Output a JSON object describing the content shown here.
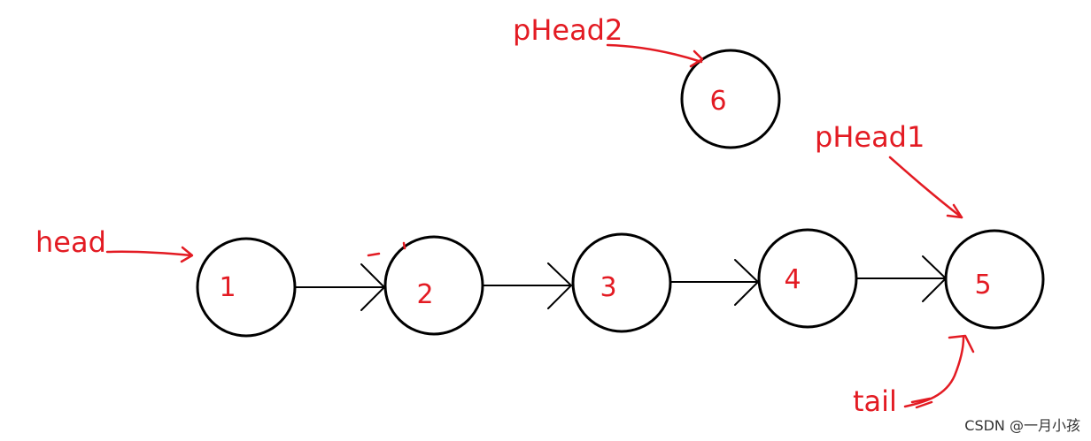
{
  "colors": {
    "ink": "#000000",
    "annotation": "#e31b23",
    "background": "#ffffff"
  },
  "nodes": [
    {
      "id": "n1",
      "label": "1"
    },
    {
      "id": "n2",
      "label": "2"
    },
    {
      "id": "n3",
      "label": "3"
    },
    {
      "id": "n4",
      "label": "4"
    },
    {
      "id": "n5",
      "label": "5"
    },
    {
      "id": "n6",
      "label": "6"
    }
  ],
  "links": [
    {
      "from": "1",
      "to": "2"
    },
    {
      "from": "2",
      "to": "3"
    },
    {
      "from": "3",
      "to": "4"
    },
    {
      "from": "4",
      "to": "5"
    }
  ],
  "pointers": {
    "head": {
      "label": "head",
      "target": "1"
    },
    "tail": {
      "label": "tail",
      "target": "5"
    },
    "pHead1": {
      "label": "pHead1",
      "target": "5"
    },
    "pHead2": {
      "label": "pHead2",
      "target": "6"
    }
  },
  "watermark": "CSDN @一月小孩"
}
